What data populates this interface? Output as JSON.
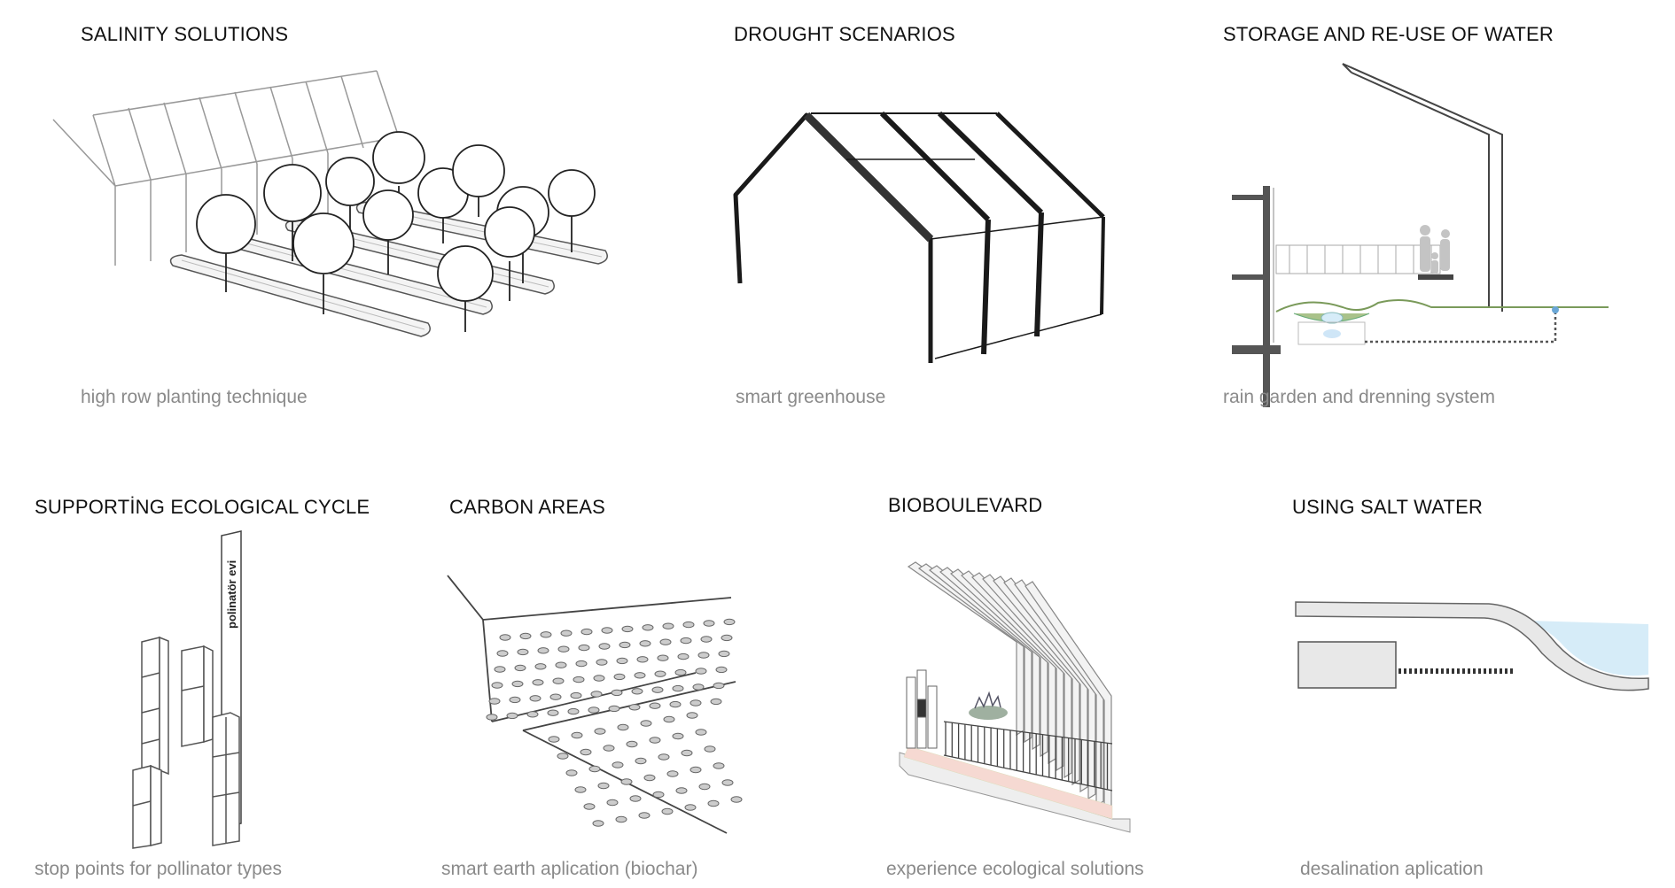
{
  "panels": [
    {
      "title": "SALINITY SOLUTIONS",
      "caption": "high row planting technique"
    },
    {
      "title": "DROUGHT SCENARIOS",
      "caption": "smart greenhouse"
    },
    {
      "title": "STORAGE AND RE-USE OF WATER",
      "caption": "rain garden and drenning system"
    },
    {
      "title": "SUPPORTİNG ECOLOGICAL CYCLE",
      "caption": "stop points for pollinator types"
    },
    {
      "title": "CARBON AREAS",
      "caption": "smart earth aplication (biochar)"
    },
    {
      "title": "BIOBOULEVARD",
      "caption": "experience ecological solutions"
    },
    {
      "title": "USING SALT WATER",
      "caption": "desalination aplication"
    }
  ],
  "sign_text": "polinatör evi",
  "colors": {
    "water": "#d6ecf8",
    "walkway": "#f6d9d2",
    "line": "#222222"
  }
}
